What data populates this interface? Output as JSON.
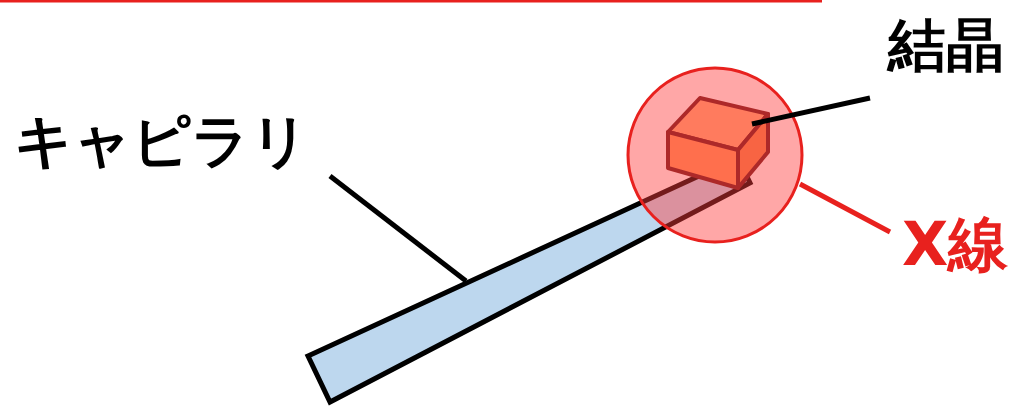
{
  "diagram": {
    "labels": [
      "キャピラリ",
      "結晶",
      "X線"
    ]
  }
}
